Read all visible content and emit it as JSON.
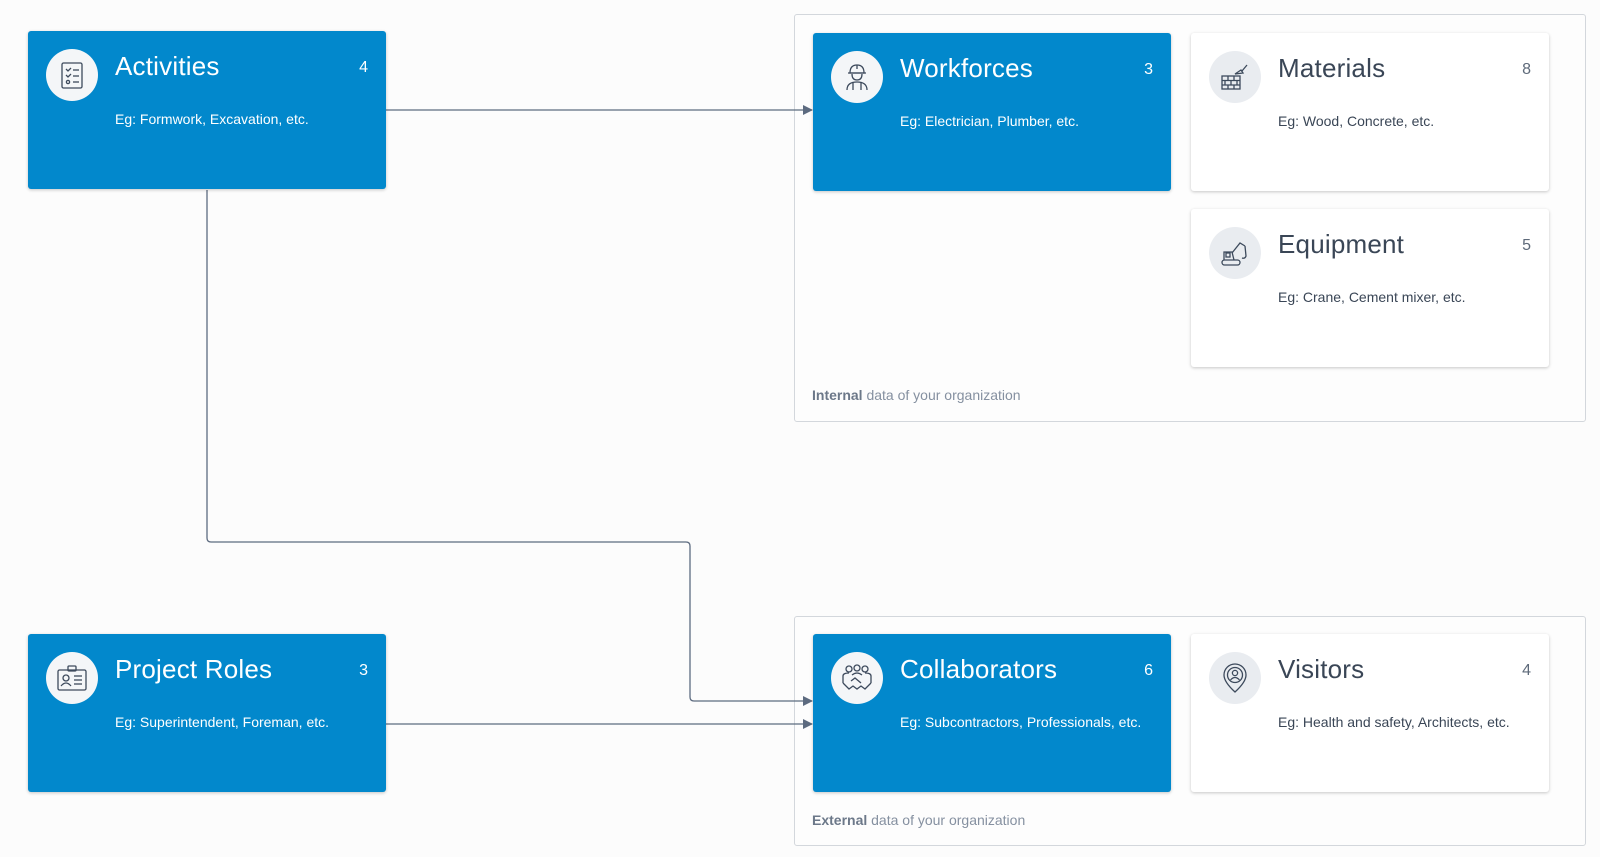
{
  "groups": {
    "internal": {
      "emphasis": "Internal",
      "rest": " data of your organization"
    },
    "external": {
      "emphasis": "External",
      "rest": " data of your organization"
    }
  },
  "cards": {
    "activities": {
      "title": "Activities",
      "count": "4",
      "desc": "Eg: Formwork, Excavation, etc.",
      "icon": "checklist-icon"
    },
    "project_roles": {
      "title": "Project Roles",
      "count": "3",
      "desc": "Eg: Superintendent, Foreman, etc.",
      "icon": "id-badge-icon"
    },
    "workforces": {
      "title": "Workforces",
      "count": "3",
      "desc": "Eg: Electrician, Plumber, etc.",
      "icon": "construction-worker-icon"
    },
    "materials": {
      "title": "Materials",
      "count": "8",
      "desc": "Eg: Wood, Concrete, etc.",
      "icon": "brick-wall-trowel-icon"
    },
    "equipment": {
      "title": "Equipment",
      "count": "5",
      "desc": "Eg: Crane, Cement mixer, etc.",
      "icon": "excavator-icon"
    },
    "collaborators": {
      "title": "Collaborators",
      "count": "6",
      "desc": "Eg: Subcontractors, Professionals, etc.",
      "icon": "handshake-group-icon"
    },
    "visitors": {
      "title": "Visitors",
      "count": "4",
      "desc": "Eg: Health and safety, Architects, etc.",
      "icon": "person-location-pin-icon"
    }
  },
  "colors": {
    "primary": "#0288cc",
    "connector": "#5d6b80",
    "border": "#d3d7dc"
  }
}
